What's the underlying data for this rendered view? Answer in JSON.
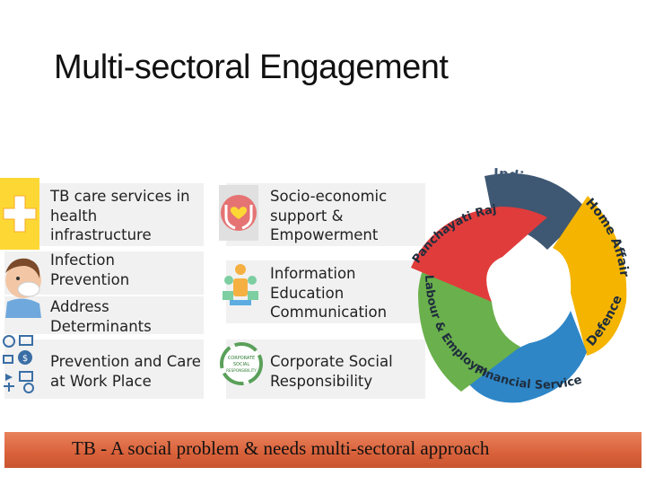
{
  "slide": {
    "title": "Multi-sectoral Engagement",
    "banner": "TB - A social problem & needs multi-sectoral approach"
  },
  "items_left": [
    {
      "label": "TB care services in health infrastructure",
      "icon": "medical-cross-icon"
    },
    {
      "label": "Infection Prevention",
      "icon": "coughing-person-icon"
    },
    {
      "label": "Address Determinants",
      "icon": ""
    },
    {
      "label": "Prevention and Care at Work Place",
      "icon": "workplace-icons"
    }
  ],
  "items_right": [
    {
      "label": "Socio-economic support & Empowerment",
      "icon": "hands-heart-icon"
    },
    {
      "label": "Information Education Communication",
      "icon": "people-communication-icon"
    },
    {
      "label": "Corporate Social Responsibility",
      "icon": "csr-cycle-icon"
    }
  ],
  "csr_icon_text": [
    "CORPORATE",
    "SOCIAL",
    "RESPONSIBILITY"
  ],
  "wheel": {
    "segments": [
      {
        "label": "Indian Post",
        "color": "#3e5772"
      },
      {
        "label": "Home Affairs",
        "color": "#f4b400"
      },
      {
        "label": "Defence",
        "color": "#f4b400"
      },
      {
        "label": "Financial Services",
        "color": "#2e86c7"
      },
      {
        "label": "Labour & Employment",
        "color": "#6ab04c"
      },
      {
        "label": "Panchayati Raj",
        "color": "#e03c3c"
      }
    ]
  }
}
